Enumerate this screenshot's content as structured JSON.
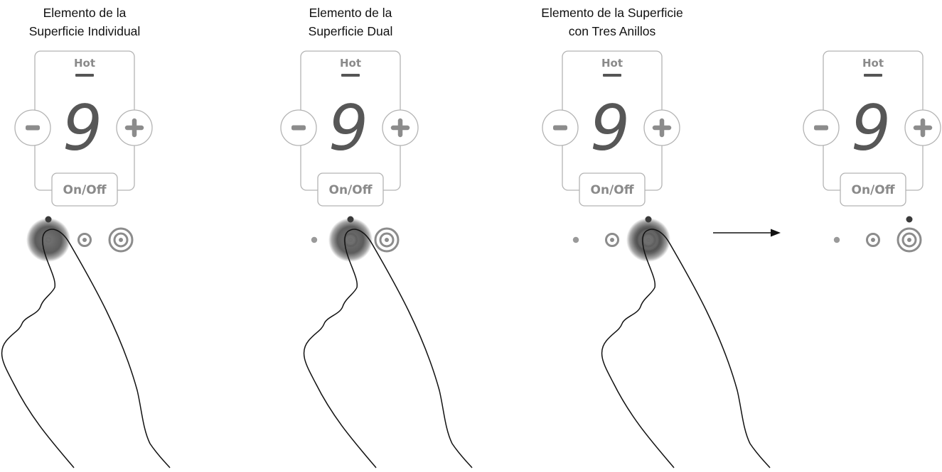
{
  "colors": {
    "outline": "#b3b3b3",
    "hot_bar": "#555555",
    "digit": "#575757",
    "icon": "#8c8c8c",
    "dot_active": "#3a3a3a",
    "dot_idle": "#9a9a9a",
    "finger": "#111111"
  },
  "panels": [
    {
      "caption_line1": "Elemento de la",
      "caption_line2": "Superficie Individual",
      "hot_label": "Hot",
      "digit": "9",
      "minus_icon": "minus-icon",
      "plus_icon": "plus-icon",
      "onoff_label": "On/Off",
      "selected_element": "single",
      "finger_touch": true
    },
    {
      "caption_line1": "Elemento de la",
      "caption_line2": "Superficie Dual",
      "hot_label": "Hot",
      "digit": "9",
      "minus_icon": "minus-icon",
      "plus_icon": "plus-icon",
      "onoff_label": "On/Off",
      "selected_element": "dual",
      "finger_touch": true
    },
    {
      "caption_line1": "Elemento de la Superficie",
      "caption_line2": "con Tres Anillos",
      "hot_label": "Hot",
      "digit": "9",
      "minus_icon": "minus-icon",
      "plus_icon": "plus-icon",
      "onoff_label": "On/Off",
      "selected_element": "triple",
      "finger_touch": true
    },
    {
      "caption_line1": "",
      "caption_line2": "",
      "hot_label": "Hot",
      "digit": "9",
      "minus_icon": "minus-icon",
      "plus_icon": "plus-icon",
      "onoff_label": "On/Off",
      "selected_element": "triple",
      "finger_touch": false
    }
  ],
  "arrow_icon": "arrow-right-icon"
}
